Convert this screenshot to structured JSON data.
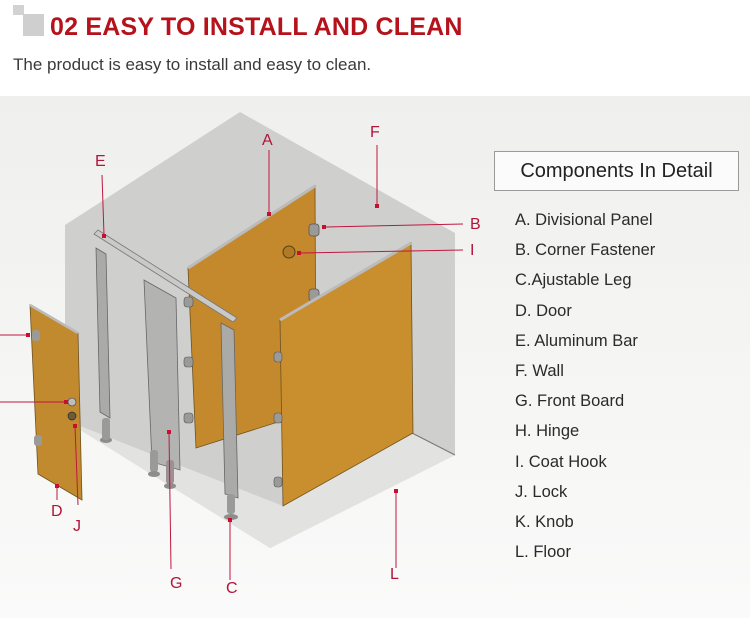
{
  "header": {
    "title": "02 EASY TO INSTALL AND CLEAN",
    "subtitle": "The product is easy to install and easy to clean."
  },
  "diagram": {
    "callouts": {
      "A": "A",
      "B": "B",
      "C": "C",
      "D": "D",
      "E": "E",
      "F": "F",
      "G": "G",
      "I": "I",
      "J": "J",
      "L": "L"
    },
    "colors": {
      "accent": "#b5121b",
      "callout": "#b0153a",
      "panel": "#c48a2c",
      "wall": "#cfd0ce",
      "floor": "#e4e4e2",
      "pilaster": "#a9aaa8"
    }
  },
  "legend": {
    "title": "Components In Detail",
    "items": [
      "A. Divisional Panel",
      "B. Corner Fastener",
      "C.Ajustable Leg",
      "D. Door",
      "E. Aluminum Bar",
      "F. Wall",
      "G. Front Board",
      "H. Hinge",
      "I. Coat Hook",
      "J. Lock",
      "K. Knob",
      "L. Floor"
    ]
  }
}
